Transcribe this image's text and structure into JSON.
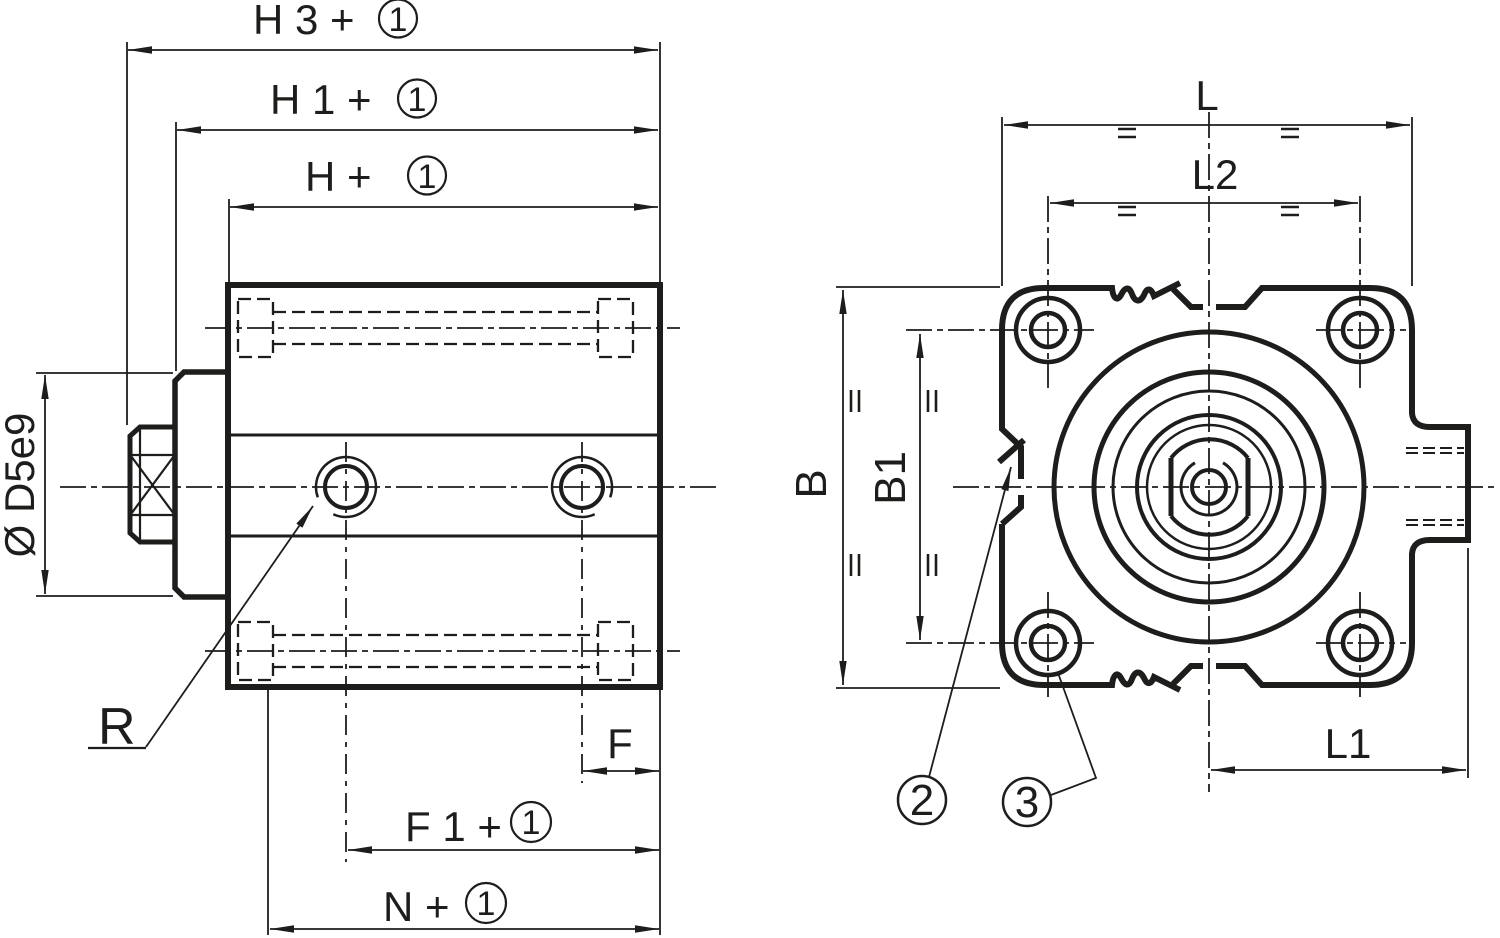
{
  "drawing": {
    "kind": "technical-dimension-drawing",
    "subject": "compact cylinder, side view and front view",
    "colors": {
      "line": "#1d1d1b",
      "background": "#ffffff"
    }
  },
  "labels": {
    "h3": {
      "text": "H 3 +",
      "index": "1"
    },
    "h1": {
      "text": "H 1 +",
      "index": "1"
    },
    "h": {
      "text": "H +",
      "index": "1"
    },
    "dia": {
      "text": "Ø D5e9"
    },
    "r": {
      "text": "R"
    },
    "f": {
      "text": "F"
    },
    "f1": {
      "text": "F 1 +",
      "index": "1"
    },
    "n": {
      "text": "N +",
      "index": "1"
    },
    "l": {
      "text": "L"
    },
    "l2": {
      "text": "L2"
    },
    "l1": {
      "text": "L1"
    },
    "b": {
      "text": "B"
    },
    "b1": {
      "text": "B1"
    },
    "balloon2": {
      "text": "2"
    },
    "balloon3": {
      "text": "3"
    }
  }
}
